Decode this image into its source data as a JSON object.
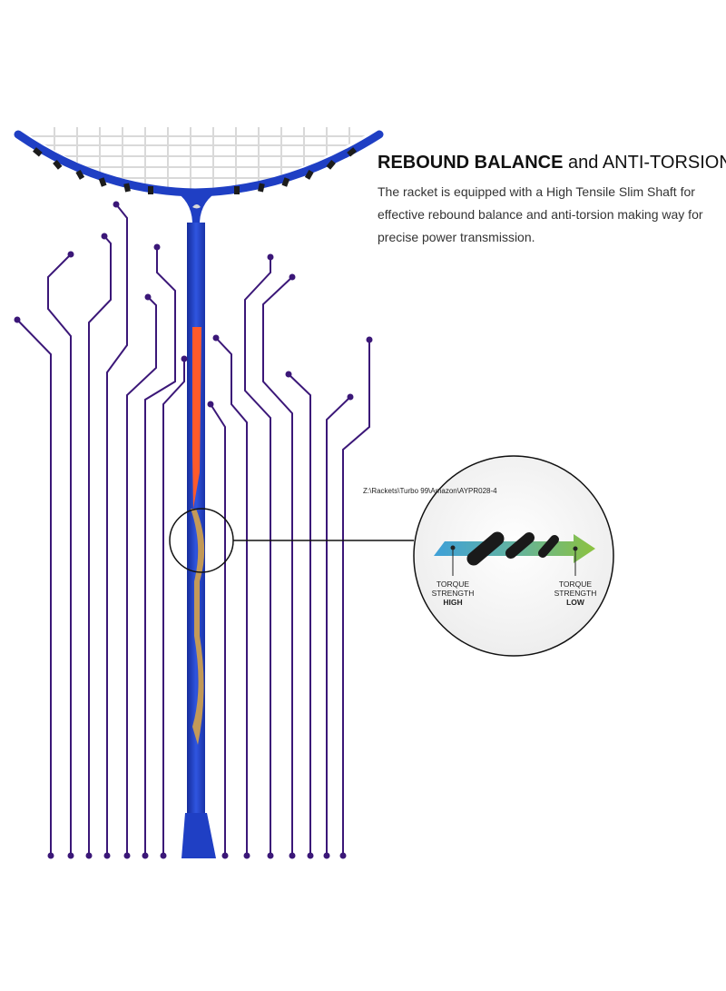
{
  "headline": {
    "bold": "REBOUND BALANCE",
    "rest": " and ANTI-TORSION"
  },
  "description": "The racket is equipped with a High Tensile Slim Shaft for effective rebound balance and anti-torsion making way for precise power transmission.",
  "file_path_label": "Z:\\Rackets\\Turbo 99\\Amazon\\AYPR028-4",
  "torque_labels": {
    "left": {
      "line1": "TORQUE",
      "line2": "STRENGTH",
      "level": "HIGH"
    },
    "right": {
      "line1": "TORQUE",
      "line2": "STRENGTH",
      "level": "LOW"
    }
  },
  "colors": {
    "racket_blue": "#1f3fc4",
    "circuit_purple": "#3b1778",
    "arrow_blue": "#3ea0d8",
    "arrow_green": "#8cc23f"
  }
}
